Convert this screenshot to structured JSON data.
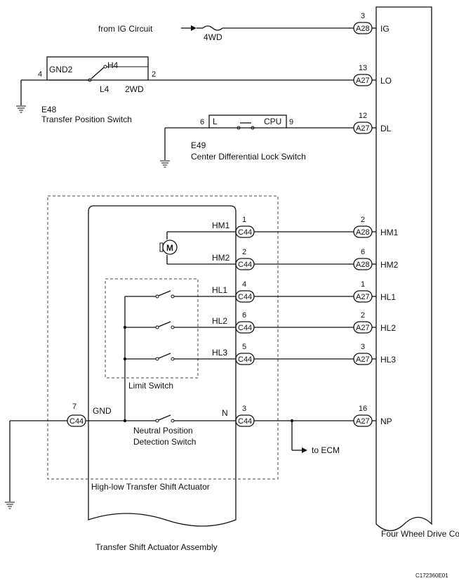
{
  "ecu": {
    "title": "Four Wheel Drive Control ECU"
  },
  "assembly": {
    "title": "Transfer Shift Actuator Assembly",
    "actuator_title": "High-low Transfer Shift Actuator"
  },
  "ig_source": "from IG Circuit",
  "fuse": "4WD",
  "ecm_output": "to ECM",
  "diagram_code": "C172360E01",
  "e48": {
    "id": "E48",
    "name": "Transfer Position Switch",
    "gnd": "GND2",
    "h4": "H4",
    "l4": "L4",
    "twowd": "2WD",
    "pin_left": "4",
    "pin_right": "2"
  },
  "e49": {
    "id": "E49",
    "name": "Center Differential Lock Switch",
    "l": "L",
    "cpu": "CPU",
    "pin_left": "6",
    "pin_right": "9"
  },
  "limit_switch": "Limit Switch",
  "neutral_switch": {
    "line1": "Neutral Position",
    "line2": "Detection Switch"
  },
  "motor": "M",
  "gnd_label": "GND",
  "n_label": "N",
  "gnd_pin": "7",
  "gnd_connector": "C44",
  "actuator_terminals": [
    {
      "label": "HM1",
      "pin": "1",
      "connector": "C44"
    },
    {
      "label": "HM2",
      "pin": "2",
      "connector": "C44"
    },
    {
      "label": "HL1",
      "pin": "4",
      "connector": "C44"
    },
    {
      "label": "HL2",
      "pin": "6",
      "connector": "C44"
    },
    {
      "label": "HL3",
      "pin": "5",
      "connector": "C44"
    },
    {
      "label": "N",
      "pin": "3",
      "connector": "C44"
    }
  ],
  "ecu_terminals": [
    {
      "pin": "3",
      "connector": "A28",
      "label": "IG"
    },
    {
      "pin": "13",
      "connector": "A27",
      "label": "LO"
    },
    {
      "pin": "12",
      "connector": "A27",
      "label": "DL"
    },
    {
      "pin": "2",
      "connector": "A28",
      "label": "HM1"
    },
    {
      "pin": "6",
      "connector": "A28",
      "label": "HM2"
    },
    {
      "pin": "1",
      "connector": "A27",
      "label": "HL1"
    },
    {
      "pin": "2",
      "connector": "A27",
      "label": "HL2"
    },
    {
      "pin": "3",
      "connector": "A27",
      "label": "HL3"
    },
    {
      "pin": "16",
      "connector": "A27",
      "label": "NP"
    }
  ]
}
